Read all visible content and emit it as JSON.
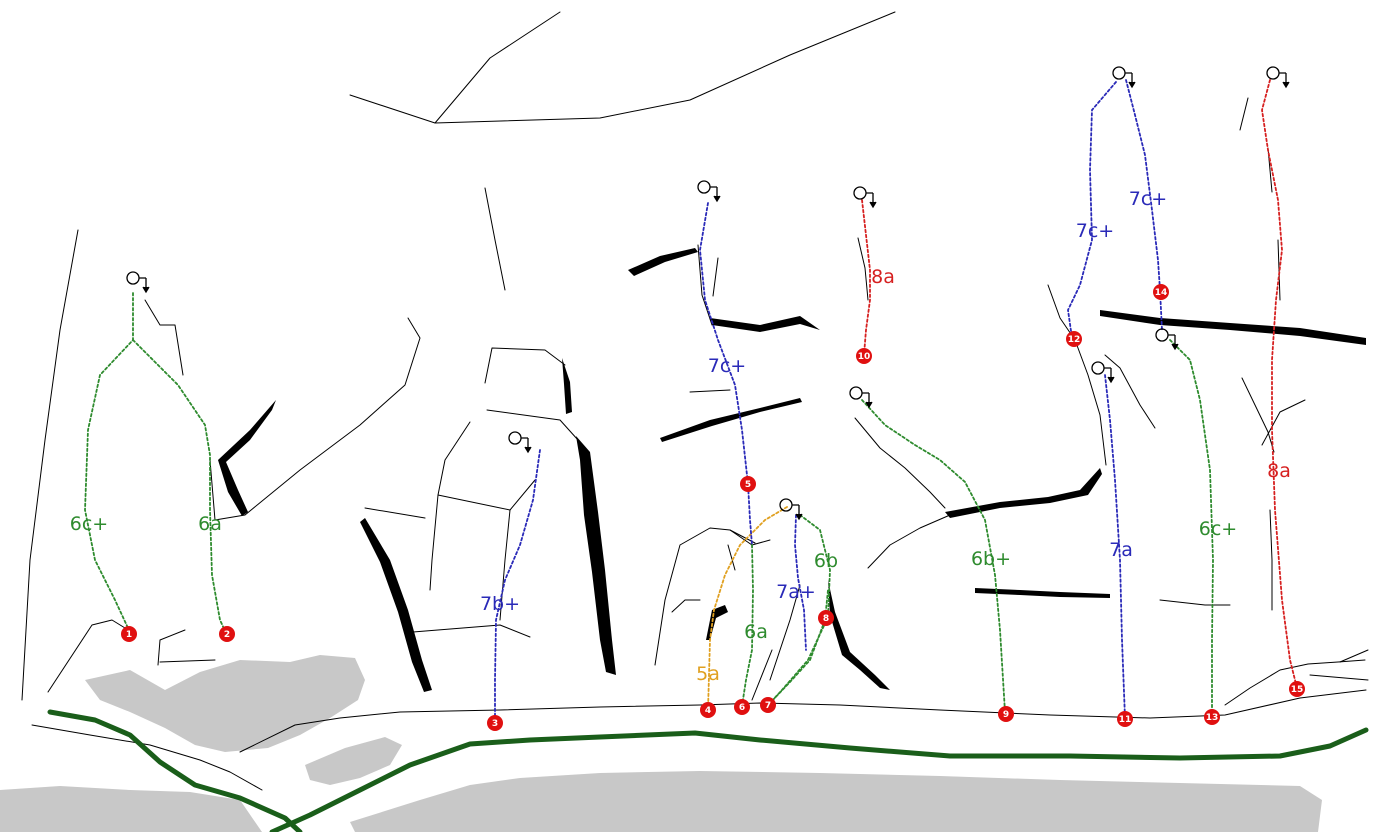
{
  "colors": {
    "green_grade": "#2e8b2e",
    "blue_grade": "#2a2ab8",
    "red_grade": "#d62020",
    "orange_grade": "#e0a020",
    "marker_fill": "#e01010",
    "path_green": "#1a5e1a",
    "rock_line": "#000000",
    "boulder": "#c8c8c8"
  },
  "legend_icons": {
    "route_start": "numbered-red-dot",
    "route_end": "lower-off-anchor-icon"
  },
  "routes": [
    {
      "number": "1",
      "grade": "6c+",
      "color": "green"
    },
    {
      "number": "2",
      "grade": "6a",
      "color": "green"
    },
    {
      "number": "3",
      "grade": "7b+",
      "color": "blue"
    },
    {
      "number": "4",
      "grade": "5a",
      "color": "orange"
    },
    {
      "number": "5",
      "grade": "7c+",
      "color": "blue"
    },
    {
      "number": "6",
      "grade": "6a",
      "color": "green"
    },
    {
      "number": "7",
      "grade": "7a+",
      "color": "blue"
    },
    {
      "number": "8",
      "grade": "6b",
      "color": "green"
    },
    {
      "number": "9",
      "grade": "6b+",
      "color": "green"
    },
    {
      "number": "10",
      "grade": "8a",
      "color": "red"
    },
    {
      "number": "11",
      "grade": "7a",
      "color": "blue"
    },
    {
      "number": "12",
      "grade": "7c+",
      "color": "blue"
    },
    {
      "number": "13",
      "grade": "6c+",
      "color": "green"
    },
    {
      "number": "14",
      "grade": "7c+",
      "color": "blue"
    },
    {
      "number": "15",
      "grade": "8a",
      "color": "red"
    }
  ]
}
